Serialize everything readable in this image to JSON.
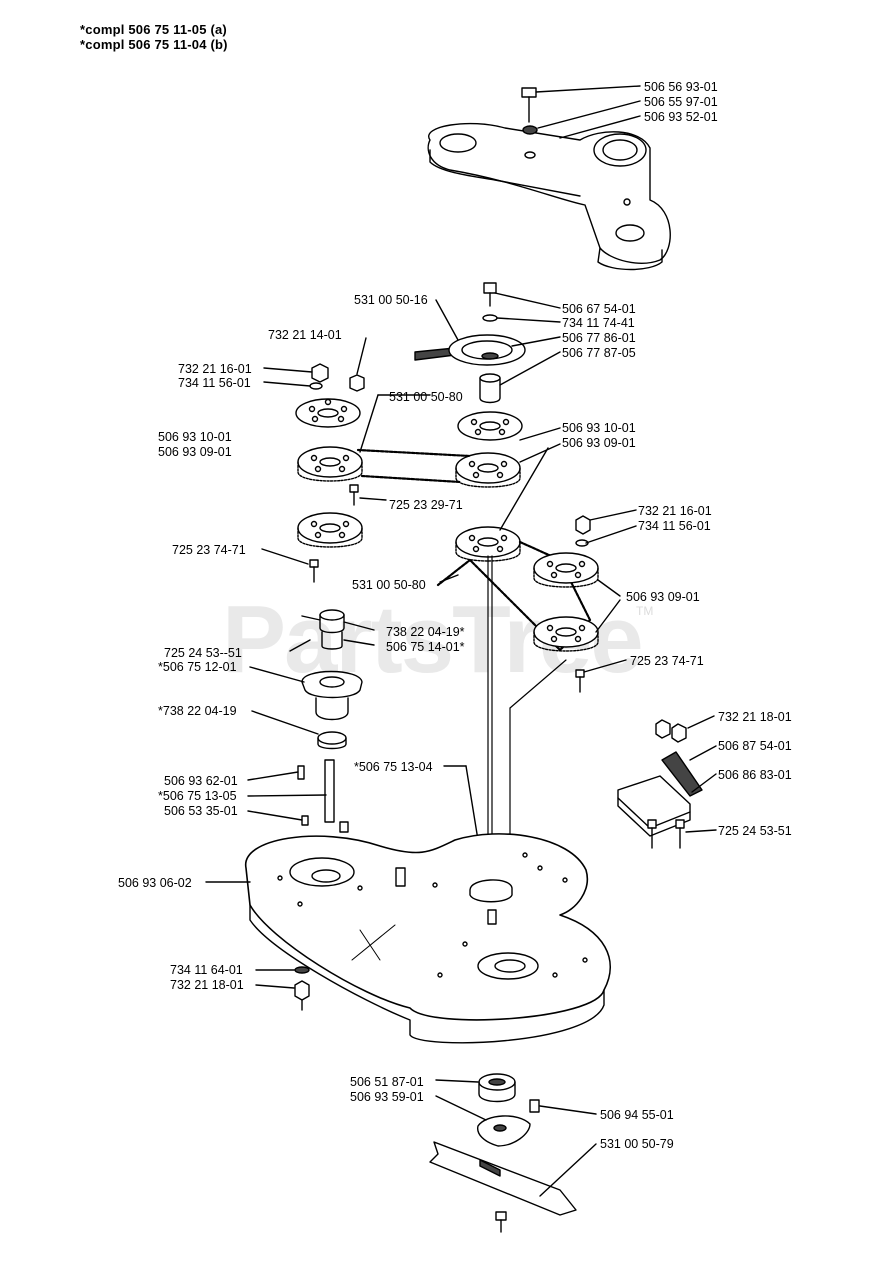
{
  "header": {
    "line1": "*compl 506 75 11-05 (a)",
    "line2": "*compl 506 75 11-04 (b)"
  },
  "watermark": {
    "text": "PartsTree",
    "tm": "TM"
  },
  "labels": {
    "l1": "506 56 93-01",
    "l2": "506 55 97-01",
    "l3": "506 93 52-01",
    "l4": "531 00 50-16",
    "l5": "506 67 54-01",
    "l6": "734 11 74-41",
    "l7": "506 77 86-01",
    "l8": "506 77 87-05",
    "l9": "732 21 14-01",
    "l10": "732 21 16-01",
    "l11": "734 11 56-01",
    "l12": "531 00 50-80",
    "l13": "506 93 10-01",
    "l14": "506 93 09-01",
    "l15": "506 93 10-01",
    "l16": "506 93 09-01",
    "l17": "725 23 29-71",
    "l18": "732 21 16-01",
    "l19": "734 11 56-01",
    "l20": "725 23 74-71",
    "l21": "531 00 50-80",
    "l22": "506 93 09-01",
    "l23": "738 22 04-19*",
    "l24": "725 24 53--51",
    "l25": "506 75 14-01*",
    "l26": "*506 75 12-01",
    "l27": "725 23 74-71",
    "l28": "*738 22 04-19",
    "l29": "732 21 18-01",
    "l30": "506 87 54-01",
    "l31": "506 86 83-01",
    "l32": "*506 75 13-04",
    "l33": "506 93 62-01",
    "l34": "*506 75 13-05",
    "l35": "506 53 35-01",
    "l36": "725 24 53-51",
    "l37": "506 93 06-02",
    "l38": "734 11 64-01",
    "l39": "732 21 18-01",
    "l40": "506 51 87-01",
    "l41": "506 93 59-01",
    "l42": "506 94 55-01",
    "l43": "531 00 50-79"
  }
}
